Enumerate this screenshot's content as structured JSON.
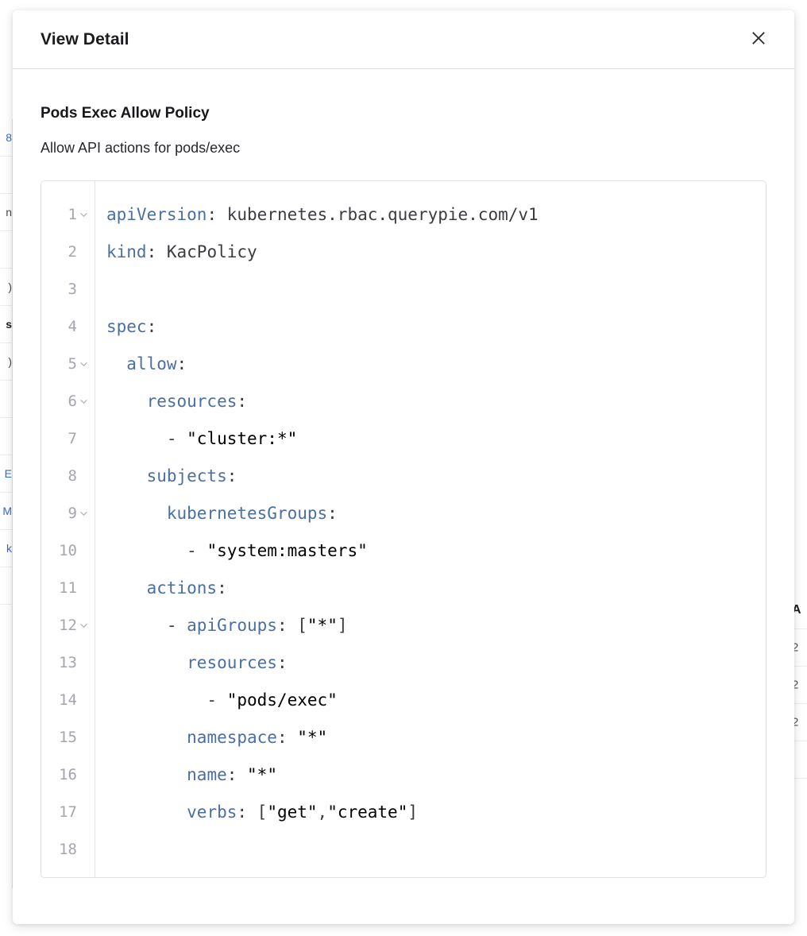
{
  "modal": {
    "title": "View Detail",
    "close_icon": "close-icon",
    "policy_name": "Pods Exec Allow Policy",
    "policy_description": "Allow API actions for pods/exec"
  },
  "editor": {
    "language": "yaml",
    "line_count": 18,
    "fold_lines": [
      1,
      5,
      6,
      9,
      12
    ],
    "fold_icon": "chevron-down-icon",
    "colors": {
      "key": "#4a6fa5",
      "string": "#6f8c20",
      "plain": "#3c3c42",
      "gutter": "#a5a5ad",
      "border": "#dfdfe4"
    },
    "lines": [
      {
        "n": 1,
        "fold": true,
        "tokens": [
          {
            "t": "apiVersion",
            "c": "key"
          },
          {
            "t": ": ",
            "c": "punc"
          },
          {
            "t": "kubernetes.rbac.querypie.com/v1",
            "c": "plain"
          }
        ]
      },
      {
        "n": 2,
        "fold": false,
        "tokens": [
          {
            "t": "kind",
            "c": "key"
          },
          {
            "t": ": ",
            "c": "punc"
          },
          {
            "t": "KacPolicy",
            "c": "plain"
          }
        ]
      },
      {
        "n": 3,
        "fold": false,
        "tokens": []
      },
      {
        "n": 4,
        "fold": false,
        "tokens": [
          {
            "t": "spec",
            "c": "key"
          },
          {
            "t": ":",
            "c": "punc"
          }
        ]
      },
      {
        "n": 5,
        "fold": true,
        "tokens": [
          {
            "t": "  ",
            "c": "plain"
          },
          {
            "t": "allow",
            "c": "key"
          },
          {
            "t": ":",
            "c": "punc"
          }
        ]
      },
      {
        "n": 6,
        "fold": true,
        "tokens": [
          {
            "t": "    ",
            "c": "plain"
          },
          {
            "t": "resources",
            "c": "key"
          },
          {
            "t": ":",
            "c": "punc"
          }
        ]
      },
      {
        "n": 7,
        "fold": false,
        "tokens": [
          {
            "t": "      - ",
            "c": "plain"
          },
          {
            "t": "\"cluster:*\"",
            "c": "string"
          }
        ]
      },
      {
        "n": 8,
        "fold": false,
        "tokens": [
          {
            "t": "    ",
            "c": "plain"
          },
          {
            "t": "subjects",
            "c": "key"
          },
          {
            "t": ":",
            "c": "punc"
          }
        ]
      },
      {
        "n": 9,
        "fold": true,
        "tokens": [
          {
            "t": "      ",
            "c": "plain"
          },
          {
            "t": "kubernetesGroups",
            "c": "key"
          },
          {
            "t": ":",
            "c": "punc"
          }
        ]
      },
      {
        "n": 10,
        "fold": false,
        "tokens": [
          {
            "t": "        - ",
            "c": "plain"
          },
          {
            "t": "\"system:masters\"",
            "c": "string"
          }
        ]
      },
      {
        "n": 11,
        "fold": false,
        "tokens": [
          {
            "t": "    ",
            "c": "plain"
          },
          {
            "t": "actions",
            "c": "key"
          },
          {
            "t": ":",
            "c": "punc"
          }
        ]
      },
      {
        "n": 12,
        "fold": true,
        "tokens": [
          {
            "t": "      - ",
            "c": "plain"
          },
          {
            "t": "apiGroups",
            "c": "key"
          },
          {
            "t": ": ",
            "c": "punc"
          },
          {
            "t": "[",
            "c": "punc"
          },
          {
            "t": "\"*\"",
            "c": "string"
          },
          {
            "t": "]",
            "c": "punc"
          }
        ]
      },
      {
        "n": 13,
        "fold": false,
        "tokens": [
          {
            "t": "        ",
            "c": "plain"
          },
          {
            "t": "resources",
            "c": "key"
          },
          {
            "t": ":",
            "c": "punc"
          }
        ]
      },
      {
        "n": 14,
        "fold": false,
        "tokens": [
          {
            "t": "          - ",
            "c": "plain"
          },
          {
            "t": "\"pods/exec\"",
            "c": "string"
          }
        ]
      },
      {
        "n": 15,
        "fold": false,
        "tokens": [
          {
            "t": "        ",
            "c": "plain"
          },
          {
            "t": "namespace",
            "c": "key"
          },
          {
            "t": ": ",
            "c": "punc"
          },
          {
            "t": "\"*\"",
            "c": "string"
          }
        ]
      },
      {
        "n": 16,
        "fold": false,
        "tokens": [
          {
            "t": "        ",
            "c": "plain"
          },
          {
            "t": "name",
            "c": "key"
          },
          {
            "t": ": ",
            "c": "punc"
          },
          {
            "t": "\"*\"",
            "c": "string"
          }
        ]
      },
      {
        "n": 17,
        "fold": false,
        "tokens": [
          {
            "t": "        ",
            "c": "plain"
          },
          {
            "t": "verbs",
            "c": "key"
          },
          {
            "t": ": ",
            "c": "punc"
          },
          {
            "t": "[",
            "c": "punc"
          },
          {
            "t": "\"get\"",
            "c": "string"
          },
          {
            "t": ",",
            "c": "punc"
          },
          {
            "t": "\"create\"",
            "c": "string"
          },
          {
            "t": "]",
            "c": "punc"
          }
        ]
      },
      {
        "n": 18,
        "fold": false,
        "tokens": []
      }
    ]
  },
  "background": {
    "left_fragments": [
      {
        "text": "8",
        "style": "blue"
      },
      {
        "text": "",
        "style": "dark"
      },
      {
        "text": "n",
        "style": "dark"
      },
      {
        "text": "",
        "style": "dark"
      },
      {
        "text": ")",
        "style": "dark"
      },
      {
        "text": "s",
        "style": "black"
      },
      {
        "text": ")",
        "style": "dark"
      },
      {
        "text": "",
        "style": "dark"
      },
      {
        "text": "",
        "style": "dark"
      },
      {
        "text": "E",
        "style": "blue"
      },
      {
        "text": "M",
        "style": "blue"
      },
      {
        "text": "k",
        "style": "blue"
      },
      {
        "text": "",
        "style": "dark"
      }
    ],
    "right_fragments": [
      {
        "text": "A",
        "style": "hdr"
      },
      {
        "text": "2",
        "style": "cell"
      },
      {
        "text": "2",
        "style": "cell"
      },
      {
        "text": "2",
        "style": "cell"
      },
      {
        "text": "",
        "style": "cell"
      }
    ]
  }
}
